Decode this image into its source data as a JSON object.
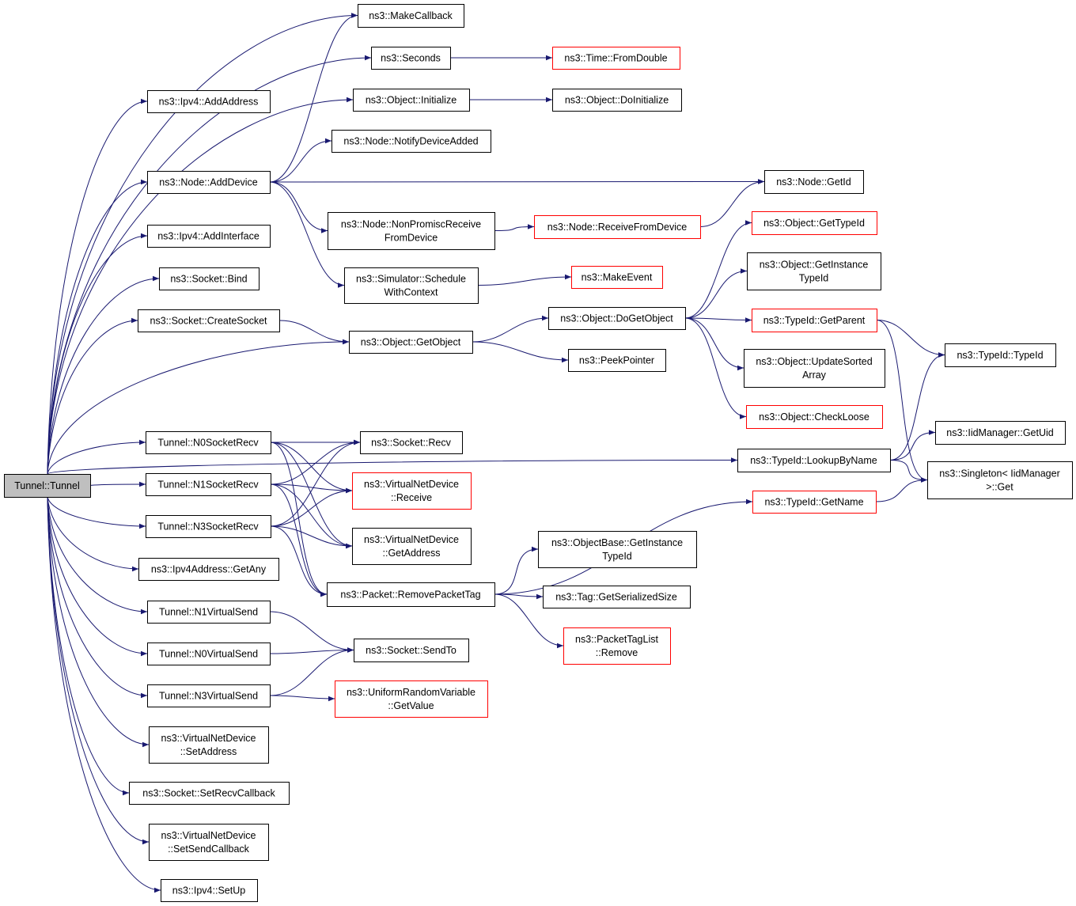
{
  "diagram": {
    "kind": "call graph",
    "root": "n_root",
    "nodes": [
      {
        "id": "n_root",
        "lines": [
          "Tunnel::Tunnel"
        ],
        "style": "root"
      },
      {
        "id": "n_addaddr",
        "lines": [
          "ns3::Ipv4::AddAddress"
        ],
        "style": "normal"
      },
      {
        "id": "n_adddev",
        "lines": [
          "ns3::Node::AddDevice"
        ],
        "style": "normal"
      },
      {
        "id": "n_addif",
        "lines": [
          "ns3::Ipv4::AddInterface"
        ],
        "style": "normal"
      },
      {
        "id": "n_bind",
        "lines": [
          "ns3::Socket::Bind"
        ],
        "style": "normal"
      },
      {
        "id": "n_createsock",
        "lines": [
          "ns3::Socket::CreateSocket"
        ],
        "style": "normal"
      },
      {
        "id": "n_n0recv",
        "lines": [
          "Tunnel::N0SocketRecv"
        ],
        "style": "normal"
      },
      {
        "id": "n_n1recv",
        "lines": [
          "Tunnel::N1SocketRecv"
        ],
        "style": "normal"
      },
      {
        "id": "n_n3recv",
        "lines": [
          "Tunnel::N3SocketRecv"
        ],
        "style": "normal"
      },
      {
        "id": "n_getany",
        "lines": [
          "ns3::Ipv4Address::GetAny"
        ],
        "style": "normal"
      },
      {
        "id": "n_n1send",
        "lines": [
          "Tunnel::N1VirtualSend"
        ],
        "style": "normal"
      },
      {
        "id": "n_n0send",
        "lines": [
          "Tunnel::N0VirtualSend"
        ],
        "style": "normal"
      },
      {
        "id": "n_n3send",
        "lines": [
          "Tunnel::N3VirtualSend"
        ],
        "style": "normal"
      },
      {
        "id": "n_setaddr",
        "lines": [
          "ns3::VirtualNetDevice",
          "::SetAddress"
        ],
        "style": "normal"
      },
      {
        "id": "n_setrecvcb",
        "lines": [
          "ns3::Socket::SetRecvCallback"
        ],
        "style": "normal"
      },
      {
        "id": "n_setsendcb",
        "lines": [
          "ns3::VirtualNetDevice",
          "::SetSendCallback"
        ],
        "style": "normal"
      },
      {
        "id": "n_setup",
        "lines": [
          "ns3::Ipv4::SetUp"
        ],
        "style": "normal"
      },
      {
        "id": "n_makecb",
        "lines": [
          "ns3::MakeCallback"
        ],
        "style": "normal"
      },
      {
        "id": "n_seconds",
        "lines": [
          "ns3::Seconds"
        ],
        "style": "normal"
      },
      {
        "id": "n_objinit",
        "lines": [
          "ns3::Object::Initialize"
        ],
        "style": "normal"
      },
      {
        "id": "n_notify",
        "lines": [
          "ns3::Node::NotifyDeviceAdded"
        ],
        "style": "normal"
      },
      {
        "id": "n_nonprom",
        "lines": [
          "ns3::Node::NonPromiscReceive",
          "FromDevice"
        ],
        "style": "normal"
      },
      {
        "id": "n_schedctx",
        "lines": [
          "ns3::Simulator::Schedule",
          "WithContext"
        ],
        "style": "normal"
      },
      {
        "id": "n_getobject",
        "lines": [
          "ns3::Object::GetObject"
        ],
        "style": "normal"
      },
      {
        "id": "n_sockrecv",
        "lines": [
          "ns3::Socket::Recv"
        ],
        "style": "normal"
      },
      {
        "id": "n_vndreceive",
        "lines": [
          "ns3::VirtualNetDevice",
          "::Receive"
        ],
        "style": "red"
      },
      {
        "id": "n_vndgetaddr",
        "lines": [
          "ns3::VirtualNetDevice",
          "::GetAddress"
        ],
        "style": "normal"
      },
      {
        "id": "n_rmtag",
        "lines": [
          "ns3::Packet::RemovePacketTag"
        ],
        "style": "normal"
      },
      {
        "id": "n_sendto",
        "lines": [
          "ns3::Socket::SendTo"
        ],
        "style": "normal"
      },
      {
        "id": "n_urvget",
        "lines": [
          "ns3::UniformRandomVariable",
          "::GetValue"
        ],
        "style": "red"
      },
      {
        "id": "n_fromdouble",
        "lines": [
          "ns3::Time::FromDouble"
        ],
        "style": "red"
      },
      {
        "id": "n_doinit",
        "lines": [
          "ns3::Object::DoInitialize"
        ],
        "style": "normal"
      },
      {
        "id": "n_recvfromdev",
        "lines": [
          "ns3::Node::ReceiveFromDevice"
        ],
        "style": "red"
      },
      {
        "id": "n_makeevent",
        "lines": [
          "ns3::MakeEvent"
        ],
        "style": "red"
      },
      {
        "id": "n_dogetobj",
        "lines": [
          "ns3::Object::DoGetObject"
        ],
        "style": "normal"
      },
      {
        "id": "n_peekptr",
        "lines": [
          "ns3::PeekPointer"
        ],
        "style": "normal"
      },
      {
        "id": "n_lookup",
        "lines": [
          "ns3::TypeId::LookupByName"
        ],
        "style": "normal"
      },
      {
        "id": "n_getname",
        "lines": [
          "ns3::TypeId::GetName"
        ],
        "style": "red"
      },
      {
        "id": "n_objbasegit",
        "lines": [
          "ns3::ObjectBase::GetInstance",
          "TypeId"
        ],
        "style": "normal"
      },
      {
        "id": "n_tagsize",
        "lines": [
          "ns3::Tag::GetSerializedSize"
        ],
        "style": "normal"
      },
      {
        "id": "n_ptlremove",
        "lines": [
          "ns3::PacketTagList",
          "::Remove"
        ],
        "style": "red"
      },
      {
        "id": "n_getid",
        "lines": [
          "ns3::Node::GetId"
        ],
        "style": "normal"
      },
      {
        "id": "n_objgettypeid",
        "lines": [
          "ns3::Object::GetTypeId"
        ],
        "style": "red"
      },
      {
        "id": "n_objgetinst",
        "lines": [
          "ns3::Object::GetInstance",
          "TypeId"
        ],
        "style": "normal"
      },
      {
        "id": "n_getparent",
        "lines": [
          "ns3::TypeId::GetParent"
        ],
        "style": "red"
      },
      {
        "id": "n_updsorted",
        "lines": [
          "ns3::Object::UpdateSorted",
          "Array"
        ],
        "style": "normal"
      },
      {
        "id": "n_checkloose",
        "lines": [
          "ns3::Object::CheckLoose"
        ],
        "style": "red"
      },
      {
        "id": "n_typeidctor",
        "lines": [
          "ns3::TypeId::TypeId"
        ],
        "style": "normal"
      },
      {
        "id": "n_iidgetuid",
        "lines": [
          "ns3::IidManager::GetUid"
        ],
        "style": "normal"
      },
      {
        "id": "n_singleton",
        "lines": [
          "ns3::Singleton< IidManager",
          ">::Get"
        ],
        "style": "normal"
      }
    ],
    "edges": [
      [
        "n_root",
        "n_addaddr"
      ],
      [
        "n_root",
        "n_adddev"
      ],
      [
        "n_root",
        "n_addif"
      ],
      [
        "n_root",
        "n_bind"
      ],
      [
        "n_root",
        "n_createsock"
      ],
      [
        "n_root",
        "n_getobject"
      ],
      [
        "n_root",
        "n_lookup"
      ],
      [
        "n_root",
        "n_makecb"
      ],
      [
        "n_root",
        "n_seconds"
      ],
      [
        "n_root",
        "n_objinit"
      ],
      [
        "n_root",
        "n_n0recv"
      ],
      [
        "n_root",
        "n_n1recv"
      ],
      [
        "n_root",
        "n_n3recv"
      ],
      [
        "n_root",
        "n_getany"
      ],
      [
        "n_root",
        "n_n1send"
      ],
      [
        "n_root",
        "n_n0send"
      ],
      [
        "n_root",
        "n_n3send"
      ],
      [
        "n_root",
        "n_setaddr"
      ],
      [
        "n_root",
        "n_setrecvcb"
      ],
      [
        "n_root",
        "n_setsendcb"
      ],
      [
        "n_root",
        "n_setup"
      ],
      [
        "n_adddev",
        "n_makecb"
      ],
      [
        "n_adddev",
        "n_notify"
      ],
      [
        "n_adddev",
        "n_getid"
      ],
      [
        "n_adddev",
        "n_nonprom"
      ],
      [
        "n_adddev",
        "n_schedctx"
      ],
      [
        "n_seconds",
        "n_fromdouble"
      ],
      [
        "n_objinit",
        "n_doinit"
      ],
      [
        "n_nonprom",
        "n_recvfromdev"
      ],
      [
        "n_recvfromdev",
        "n_getid"
      ],
      [
        "n_schedctx",
        "n_makeevent"
      ],
      [
        "n_createsock",
        "n_getobject"
      ],
      [
        "n_getobject",
        "n_dogetobj"
      ],
      [
        "n_getobject",
        "n_peekptr"
      ],
      [
        "n_dogetobj",
        "n_objgettypeid"
      ],
      [
        "n_dogetobj",
        "n_objgetinst"
      ],
      [
        "n_dogetobj",
        "n_getparent"
      ],
      [
        "n_dogetobj",
        "n_updsorted"
      ],
      [
        "n_dogetobj",
        "n_checkloose"
      ],
      [
        "n_getparent",
        "n_typeidctor"
      ],
      [
        "n_getparent",
        "n_singleton"
      ],
      [
        "n_n0recv",
        "n_sockrecv"
      ],
      [
        "n_n0recv",
        "n_vndreceive"
      ],
      [
        "n_n0recv",
        "n_vndgetaddr"
      ],
      [
        "n_n0recv",
        "n_rmtag"
      ],
      [
        "n_n1recv",
        "n_sockrecv"
      ],
      [
        "n_n1recv",
        "n_vndreceive"
      ],
      [
        "n_n1recv",
        "n_vndgetaddr"
      ],
      [
        "n_n1recv",
        "n_rmtag"
      ],
      [
        "n_n3recv",
        "n_sockrecv"
      ],
      [
        "n_n3recv",
        "n_vndreceive"
      ],
      [
        "n_n3recv",
        "n_vndgetaddr"
      ],
      [
        "n_n3recv",
        "n_rmtag"
      ],
      [
        "n_rmtag",
        "n_getname"
      ],
      [
        "n_rmtag",
        "n_objbasegit"
      ],
      [
        "n_rmtag",
        "n_tagsize"
      ],
      [
        "n_rmtag",
        "n_ptlremove"
      ],
      [
        "n_lookup",
        "n_typeidctor"
      ],
      [
        "n_lookup",
        "n_iidgetuid"
      ],
      [
        "n_lookup",
        "n_singleton"
      ],
      [
        "n_getname",
        "n_singleton"
      ],
      [
        "n_n1send",
        "n_sendto"
      ],
      [
        "n_n0send",
        "n_sendto"
      ],
      [
        "n_n3send",
        "n_sendto"
      ],
      [
        "n_n3send",
        "n_urvget"
      ]
    ]
  }
}
